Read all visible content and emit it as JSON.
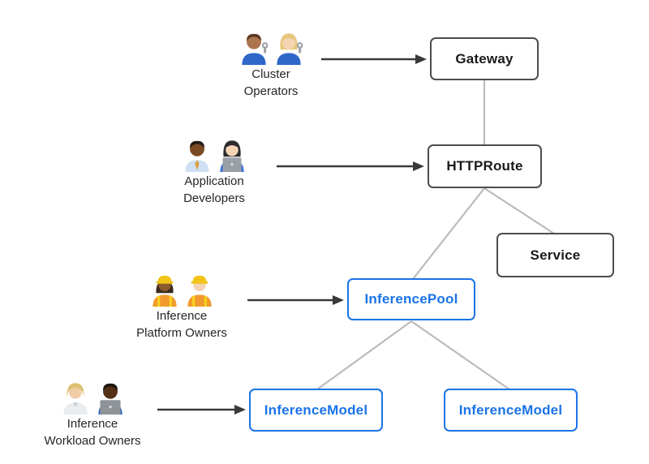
{
  "diagram": {
    "title": "",
    "actors": [
      {
        "name": "cluster-operators",
        "lines": [
          "Cluster",
          "Operators"
        ],
        "icons": [
          "man-mechanic",
          "woman-mechanic"
        ]
      },
      {
        "name": "application-developers",
        "lines": [
          "Application",
          "Developers"
        ],
        "icons": [
          "man-office-worker",
          "woman-technologist"
        ]
      },
      {
        "name": "inference-platform-owners",
        "lines": [
          "Inference",
          "Platform Owners"
        ],
        "icons": [
          "woman-construction-worker",
          "man-construction-worker"
        ]
      },
      {
        "name": "inference-workload-owners",
        "lines": [
          "Inference",
          "Workload Owners"
        ],
        "icons": [
          "health-worker",
          "man-technologist"
        ]
      }
    ],
    "nodes": [
      {
        "label": "Gateway",
        "style": "gray"
      },
      {
        "label": "HTTPRoute",
        "style": "gray"
      },
      {
        "label": "Service",
        "style": "gray"
      },
      {
        "label": "InferencePool",
        "style": "blue"
      },
      {
        "label": "InferenceModel",
        "style": "blue"
      },
      {
        "label": "InferenceModel",
        "style": "blue"
      }
    ],
    "edges": [
      {
        "from": "Cluster Operators",
        "to": "Gateway",
        "type": "arrow"
      },
      {
        "from": "Application Developers",
        "to": "HTTPRoute",
        "type": "arrow"
      },
      {
        "from": "Inference Platform Owners",
        "to": "InferencePool",
        "type": "arrow"
      },
      {
        "from": "Inference Workload Owners",
        "to": "InferenceModel",
        "type": "arrow"
      },
      {
        "from": "Gateway",
        "to": "HTTPRoute",
        "type": "line"
      },
      {
        "from": "HTTPRoute",
        "to": "InferencePool",
        "type": "line"
      },
      {
        "from": "HTTPRoute",
        "to": "Service",
        "type": "line"
      },
      {
        "from": "InferencePool",
        "to": "InferenceModel",
        "type": "line"
      },
      {
        "from": "InferencePool",
        "to": "InferenceModel-2",
        "type": "line"
      }
    ],
    "colors": {
      "accent_blue": "#1a73e8",
      "node_border_gray": "#4d4d4d",
      "connector_gray": "#bbbbbb",
      "arrow_dark": "#3a3a3a",
      "node_text_dark": "#1a1a1a",
      "label_text": "#26262a",
      "background": "#ffffff"
    }
  }
}
